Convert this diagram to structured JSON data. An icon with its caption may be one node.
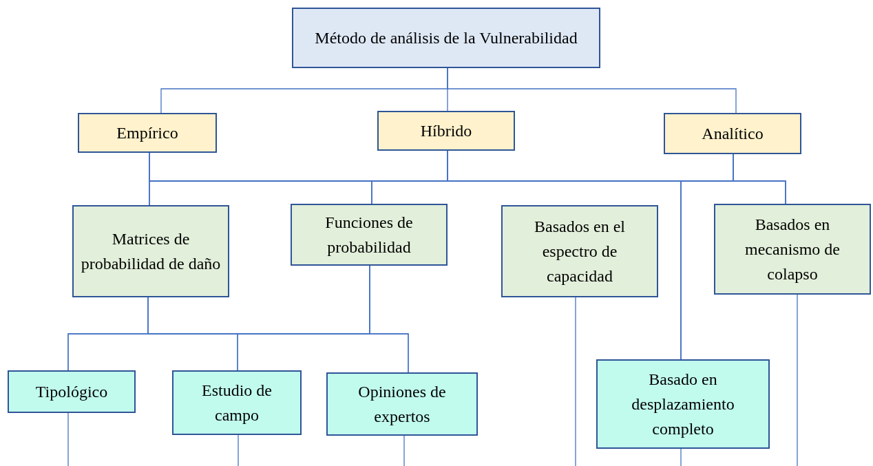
{
  "diagram": {
    "nodes": [
      {
        "text": [
          "Método de análisis de la Vulnerabilidad"
        ]
      },
      {
        "text": [
          "Empírico"
        ]
      },
      {
        "text": [
          "Híbrido"
        ]
      },
      {
        "text": [
          "Analítico"
        ]
      },
      {
        "text": [
          "Matrices de probabilidad de daño"
        ]
      },
      {
        "text": [
          "Funciones de probabilidad"
        ]
      },
      {
        "text": [
          "Basados en el espectro de capacidad"
        ]
      },
      {
        "text": [
          "Basados en mecanismo de colapso"
        ]
      },
      {
        "text": [
          "Tipológico"
        ]
      },
      {
        "text": [
          "Estudio de campo"
        ]
      },
      {
        "text": [
          "Opiniones de expertos"
        ]
      },
      {
        "text": [
          "Basado en desplazamiento completo"
        ]
      }
    ],
    "edges": [
      {
        "from": 0,
        "to": 1,
        "arrow": "none"
      },
      {
        "from": 0,
        "to": 2,
        "arrow": "none"
      },
      {
        "from": 0,
        "to": 3,
        "arrow": "none"
      },
      {
        "from": 1,
        "to": 4,
        "arrow": "none"
      },
      {
        "from": 1,
        "to": 5,
        "arrow": "none"
      },
      {
        "from": 1,
        "to": 11,
        "arrow": "none"
      },
      {
        "from": 1,
        "to": 7,
        "arrow": "none"
      },
      {
        "from": 2,
        "to": 4,
        "arrow": "none"
      },
      {
        "from": 2,
        "to": 5,
        "arrow": "none"
      },
      {
        "from": 2,
        "to": 11,
        "arrow": "none"
      },
      {
        "from": 2,
        "to": 7,
        "arrow": "none"
      },
      {
        "from": 3,
        "to": 4,
        "arrow": "none"
      },
      {
        "from": 3,
        "to": 5,
        "arrow": "none"
      },
      {
        "from": 3,
        "to": 11,
        "arrow": "none"
      },
      {
        "from": 3,
        "to": 7,
        "arrow": "none"
      },
      {
        "from": 4,
        "to": 8,
        "arrow": "none"
      },
      {
        "from": 4,
        "to": 9,
        "arrow": "none"
      },
      {
        "from": 4,
        "to": 10,
        "arrow": "none"
      },
      {
        "from": 5,
        "to": 8,
        "arrow": "none"
      },
      {
        "from": 5,
        "to": 9,
        "arrow": "none"
      },
      {
        "from": 5,
        "to": 10,
        "arrow": "none"
      },
      {
        "from": 6,
        "to": null,
        "arrow": "none"
      },
      {
        "from": 7,
        "to": null,
        "arrow": "none"
      },
      {
        "from": 8,
        "to": null,
        "arrow": "none"
      },
      {
        "from": 9,
        "to": null,
        "arrow": "none"
      },
      {
        "from": 10,
        "to": null,
        "arrow": "none"
      },
      {
        "from": 11,
        "to": null,
        "arrow": "none"
      }
    ]
  }
}
